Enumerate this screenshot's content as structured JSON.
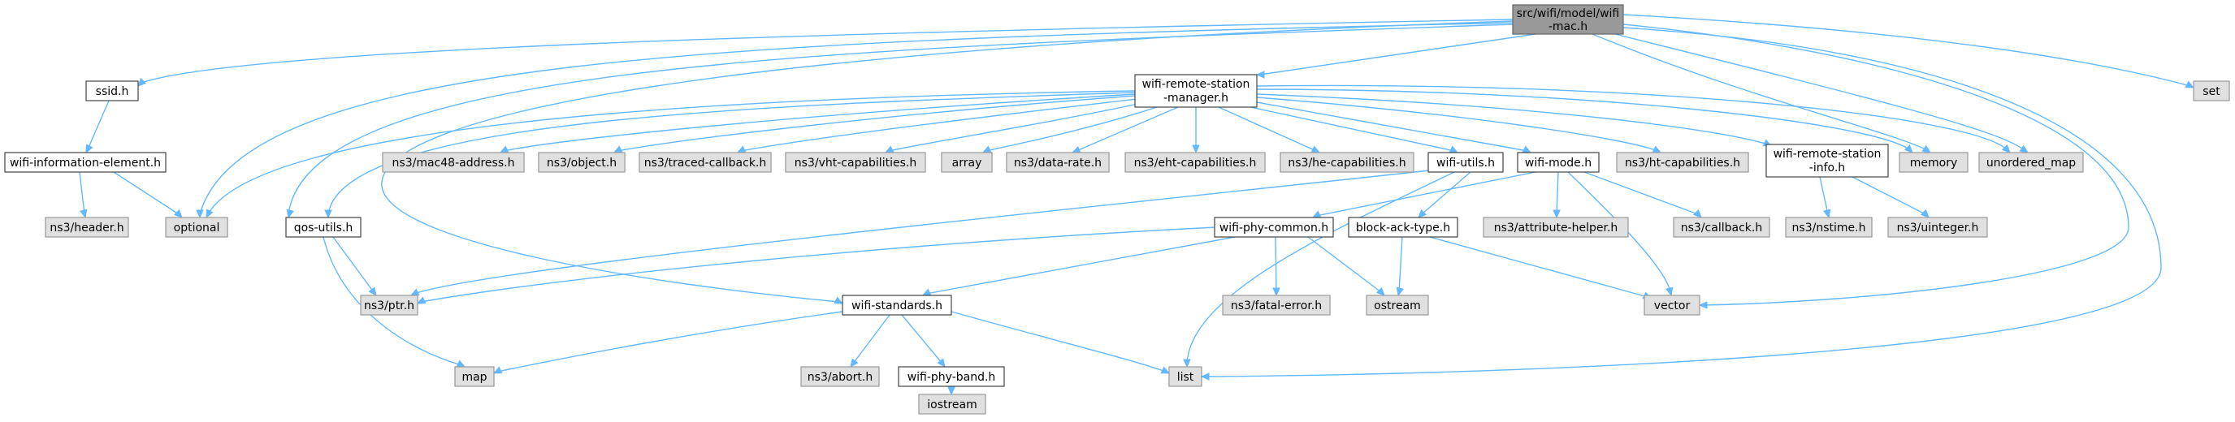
{
  "nodes": {
    "root": [
      "src/wifi/model/wifi",
      "-mac.h"
    ],
    "ssid": "ssid.h",
    "wie": "wifi-information-element.h",
    "header": "ns3/header.h",
    "optional": "optional",
    "qos": "qos-utils.h",
    "ptr": "ns3/ptr.h",
    "map": "map",
    "wrsm": [
      "wifi-remote-station",
      "-manager.h"
    ],
    "mac48": "ns3/mac48-address.h",
    "object": "ns3/object.h",
    "traced": "ns3/traced-callback.h",
    "vht": "ns3/vht-capabilities.h",
    "array": "array",
    "datarate": "ns3/data-rate.h",
    "eht": "ns3/eht-capabilities.h",
    "he": "ns3/he-capabilities.h",
    "wutils": "wifi-utils.h",
    "wmode": "wifi-mode.h",
    "htcap": "ns3/ht-capabilities.h",
    "wrsi": [
      "wifi-remote-station",
      "-info.h"
    ],
    "memory": "memory",
    "umap": "unordered_map",
    "set": "set",
    "phycommon": "wifi-phy-common.h",
    "blockack": "block-ack-type.h",
    "attr": "ns3/attribute-helper.h",
    "callback": "ns3/callback.h",
    "nstime": "ns3/nstime.h",
    "uinteger": "ns3/uinteger.h",
    "fatal": "ns3/fatal-error.h",
    "ostream": "ostream",
    "vector": "vector",
    "wstd": "wifi-standards.h",
    "abort": "ns3/abort.h",
    "band": "wifi-phy-band.h",
    "list": "list",
    "iostream": "iostream"
  },
  "colors": {
    "edge": "#63b8ff",
    "root_fill": "#999999",
    "doc_fill": "#ffffff",
    "ext_fill": "#e0e0e0"
  }
}
